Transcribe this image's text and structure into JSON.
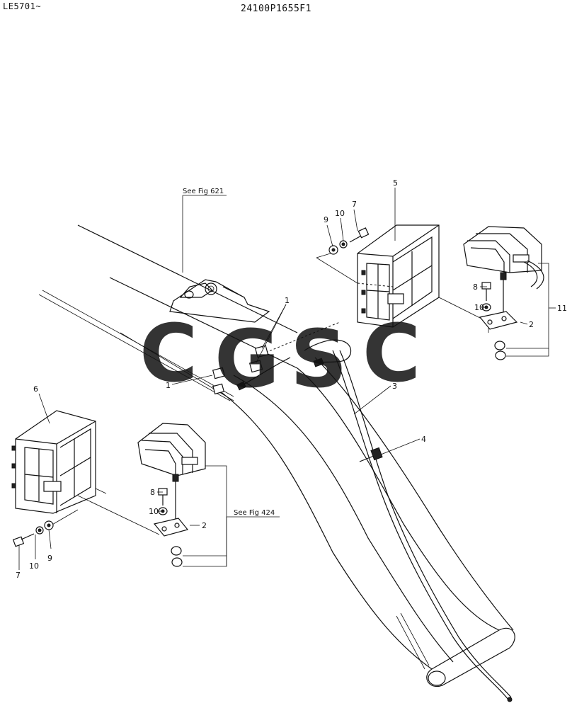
{
  "header": {
    "serial": "LE5701~",
    "drawing_number": "24100P1655F1"
  },
  "references": {
    "fig_621": "See Fig 621",
    "fig_424": "See Fig 424"
  },
  "callouts": {
    "c1_upper": "1",
    "c1_left": "1",
    "c2_right": "2",
    "c2_left": "2",
    "c3": "3",
    "c4": "4",
    "c5": "5",
    "c6": "6",
    "c7_right": "7",
    "c7_left": "7",
    "c8_right": "8",
    "c8_left": "8",
    "c9_right": "9",
    "c9_left": "9",
    "c10_right": "10",
    "c10_left": "10",
    "c11": "11"
  },
  "watermark": {
    "letters": [
      "C",
      "G",
      "S",
      "C"
    ],
    "colors": [
      "#4f8ff7",
      "#f2645c",
      "#f7cd3b",
      "#3eae72"
    ]
  }
}
